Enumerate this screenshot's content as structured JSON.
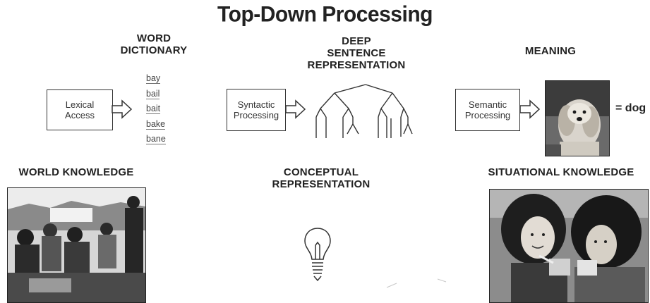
{
  "title": "Top-Down Processing",
  "labels": {
    "word_dictionary": "WORD\nDICTIONARY",
    "deep_sentence": "DEEP\nSENTENCE\nREPRESENTATION",
    "meaning": "MEANING",
    "world_knowledge": "WORLD KNOWLEDGE",
    "conceptual": "CONCEPTUAL\nREPRESENTATION",
    "situational": "SITUATIONAL KNOWLEDGE"
  },
  "boxes": {
    "lexical": "Lexical\nAccess",
    "syntactic": "Syntactic\nProcessing",
    "semantic": "Semantic\nProcessing"
  },
  "dictionary_words": [
    "bay",
    "bail",
    "bait",
    "bake",
    "bane"
  ],
  "meaning_result": "= dog",
  "colors": {
    "ink": "#222222",
    "photo_dark": "#2a2a2a",
    "photo_light": "#d8d8d8"
  },
  "icons": {
    "arrow": "hollow-right-arrow",
    "tree": "syntax-tree",
    "bulb": "light-bulb"
  }
}
